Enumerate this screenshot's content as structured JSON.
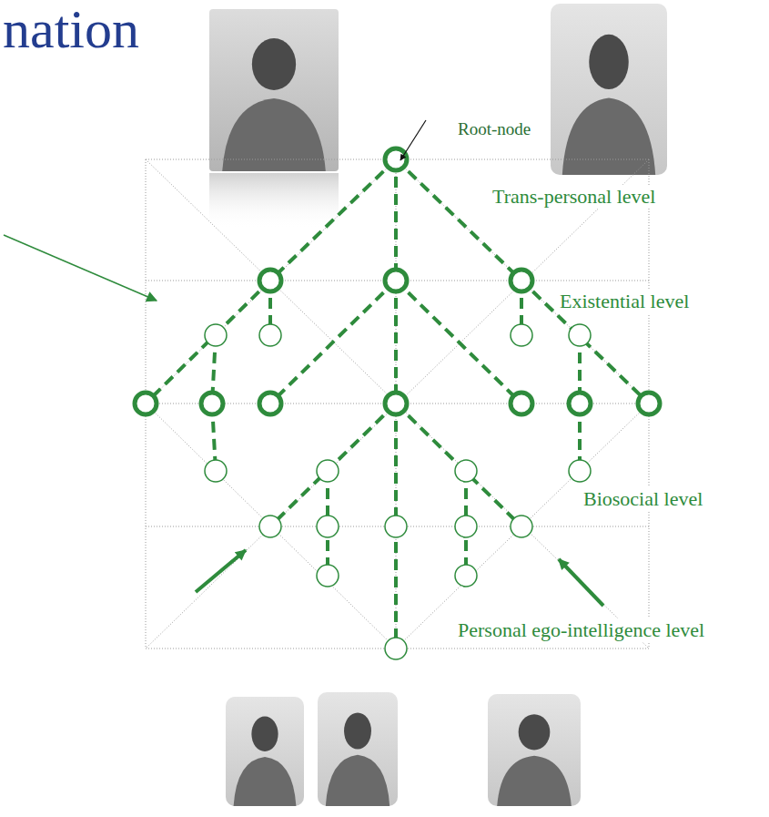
{
  "diagram": {
    "title": "nation",
    "labels": [
      "Root-node",
      "Trans-personal level",
      "Existential level",
      "Biosocial level",
      "Personal ego-intelligence level"
    ]
  }
}
